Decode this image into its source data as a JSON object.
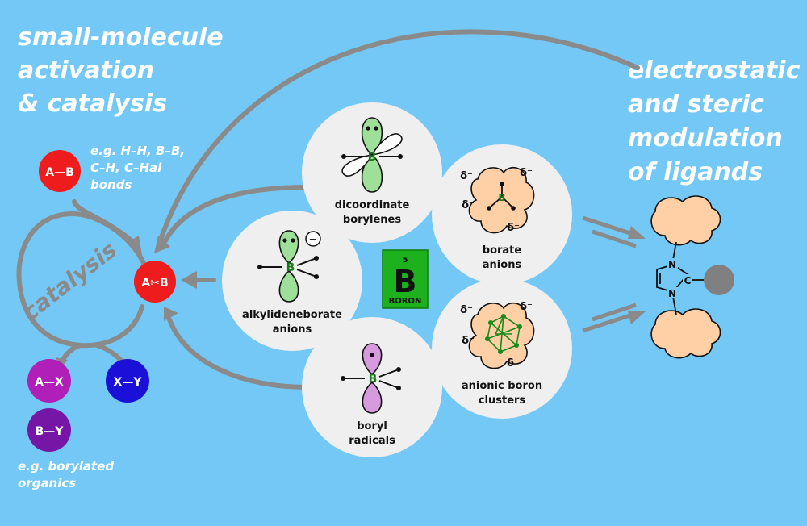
{
  "headings": {
    "left": [
      "small-molecule",
      "activation",
      "& catalysis"
    ],
    "right": [
      "electrostatic",
      "and steric",
      "modulation",
      "of ligands"
    ]
  },
  "notes": {
    "bonds": [
      "e.g. H–H, B–B,",
      "C–H, C–Hal",
      "bonds"
    ],
    "organics": [
      "e.g. borylated",
      "organics"
    ]
  },
  "cycle_label": "catalysis",
  "molecules": {
    "ab": "A—B",
    "ab_cleaved": "A✂B",
    "ax": "A—X",
    "xy": "X—Y",
    "by": "B—Y"
  },
  "species": {
    "dicoordinate": [
      "dicoordinate",
      "borylenes"
    ],
    "borate": [
      "borate",
      "anions"
    ],
    "alkylidene": [
      "alkylideneborate",
      "anions"
    ],
    "clusters": [
      "anionic boron",
      "clusters"
    ],
    "boryl": [
      "boryl",
      "radicals"
    ]
  },
  "element": {
    "number": "5",
    "symbol": "B",
    "name": "BORON"
  },
  "atoms": {
    "boron": "B",
    "nitrogen": "N",
    "carbon": "C",
    "delta": "δ⁻",
    "minus": "−"
  },
  "colors": {
    "background": "#74c8f6",
    "red": "#ee1c1c",
    "magenta": "#b01fb8",
    "blue": "#1a10d8",
    "purple": "#7616a6",
    "green_lobe": "#9ee09a",
    "pink_lobe": "#d79adf",
    "peach": "#ffcfa6",
    "element_box": "#1db21d",
    "arrow": "#8a8a8a"
  }
}
